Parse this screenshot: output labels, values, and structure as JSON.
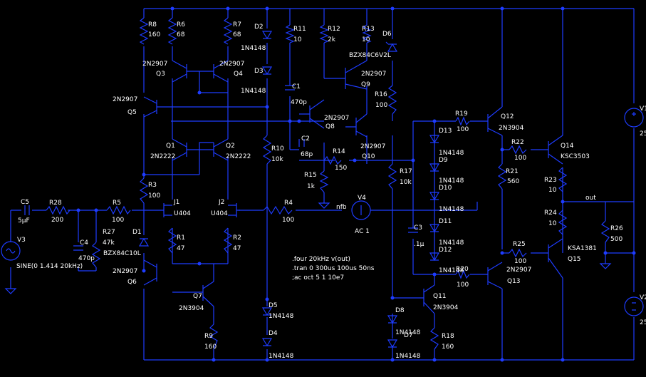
{
  "colors": {
    "background": "#000000",
    "wire": "#1e3cff",
    "text": "#ffffff",
    "junction": "#1e3cff"
  },
  "components": [
    {
      "ref": "R8",
      "val": "160"
    },
    {
      "ref": "R6",
      "val": "68"
    },
    {
      "ref": "R7",
      "val": "68"
    },
    {
      "ref": "D2",
      "val": "1N4148"
    },
    {
      "ref": "D3",
      "val": "1N4148"
    },
    {
      "ref": "R11",
      "val": "10"
    },
    {
      "ref": "R12",
      "val": "2k"
    },
    {
      "ref": "R13",
      "val": "10"
    },
    {
      "ref": "D6",
      "val": "BZX84C6V2L"
    },
    {
      "ref": "Q3",
      "val": "2N2907"
    },
    {
      "ref": "Q4",
      "val": "2N2907"
    },
    {
      "ref": "Q5",
      "val": "2N2907"
    },
    {
      "ref": "Q9",
      "val": "2N2907"
    },
    {
      "ref": "Q8",
      "val": "2N2907"
    },
    {
      "ref": "Q10",
      "val": "2N2907"
    },
    {
      "ref": "C1",
      "val": "470p"
    },
    {
      "ref": "C2",
      "val": "68p"
    },
    {
      "ref": "R16",
      "val": "100"
    },
    {
      "ref": "R19",
      "val": "100"
    },
    {
      "ref": "Q12",
      "val": "2N3904"
    },
    {
      "ref": "D13",
      "val": "1N4148"
    },
    {
      "ref": "D9",
      "val": "1N4148"
    },
    {
      "ref": "D10",
      "val": "1N4148"
    },
    {
      "ref": "D11",
      "val": "1N4148"
    },
    {
      "ref": "D12",
      "val": "1N4148"
    },
    {
      "ref": "R22",
      "val": "100"
    },
    {
      "ref": "Q14",
      "val": "KSC3503"
    },
    {
      "ref": "R21",
      "val": "560"
    },
    {
      "ref": "R23",
      "val": "10"
    },
    {
      "ref": "R24",
      "val": "10"
    },
    {
      "ref": "R26",
      "val": "500"
    },
    {
      "ref": "Q1",
      "val": "2N2222"
    },
    {
      "ref": "Q2",
      "val": "2N2222"
    },
    {
      "ref": "R10",
      "val": "10k"
    },
    {
      "ref": "R14",
      "val": "150"
    },
    {
      "ref": "R15",
      "val": "1k"
    },
    {
      "ref": "R17",
      "val": "10k"
    },
    {
      "ref": "R3",
      "val": "100"
    },
    {
      "ref": "J1",
      "val": "U404"
    },
    {
      "ref": "J2",
      "val": "U404"
    },
    {
      "ref": "C5",
      "val": "5µF"
    },
    {
      "ref": "R28",
      "val": "200"
    },
    {
      "ref": "R5",
      "val": "100"
    },
    {
      "ref": "C4",
      "val": "470p"
    },
    {
      "ref": "R27",
      "val": "47k"
    },
    {
      "ref": "R4",
      "val": "100"
    },
    {
      "ref": "V4",
      "val": "AC 1"
    },
    {
      "ref": "R1",
      "val": "47"
    },
    {
      "ref": "R2",
      "val": "47"
    },
    {
      "ref": "C3",
      "val": ".1µ"
    },
    {
      "ref": "R20",
      "val": "100"
    },
    {
      "ref": "R25",
      "val": "100"
    },
    {
      "ref": "Q13",
      "val": "2N2907"
    },
    {
      "ref": "Q15",
      "val": "KSA1381"
    },
    {
      "ref": "D1",
      "val": "BZX84C10L"
    },
    {
      "ref": "Q6",
      "val": "2N2907"
    },
    {
      "ref": "Q7",
      "val": "2N3904"
    },
    {
      "ref": "R9",
      "val": "160"
    },
    {
      "ref": "D5",
      "val": "1N4148"
    },
    {
      "ref": "D4",
      "val": "1N4148"
    },
    {
      "ref": "D8",
      "val": "1N4148"
    },
    {
      "ref": "D7",
      "val": "1N4148"
    },
    {
      "ref": "Q11",
      "val": "2N3904"
    },
    {
      "ref": "R18",
      "val": "160"
    },
    {
      "ref": "V3",
      "val": "SINE(0 1.414 20kHz)"
    },
    {
      "ref": "V1",
      "val": "25"
    },
    {
      "ref": "V2",
      "val": "25"
    }
  ],
  "net_labels": {
    "out": "out",
    "nfb": "nfb"
  },
  "directives": [
    ".four 20kHz v(out)",
    ".tran 0 300us 100us 50ns",
    ";ac oct 5 1 10e7"
  ]
}
